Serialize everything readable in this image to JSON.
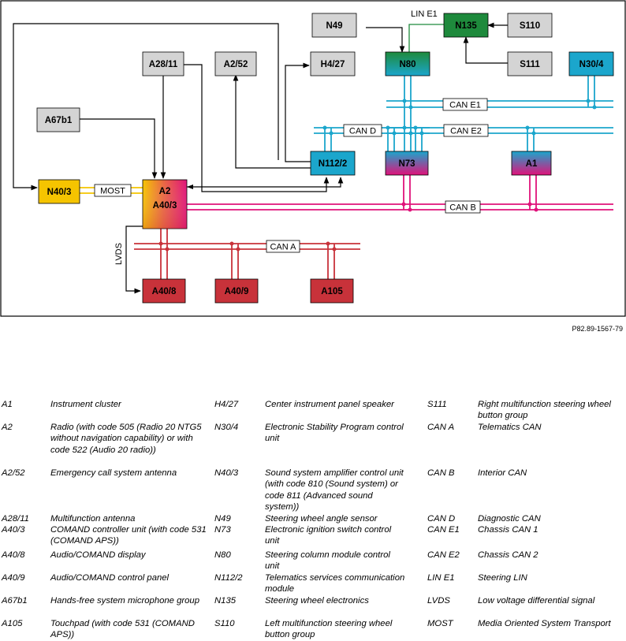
{
  "figure_ref": "P82.89-1567-79",
  "boxes": [
    {
      "id": "n49",
      "label": "N49",
      "style": "grey"
    },
    {
      "id": "n135",
      "label": "N135",
      "style": "green"
    },
    {
      "id": "s110",
      "label": "S110",
      "style": "grey"
    },
    {
      "id": "s111",
      "label": "S111",
      "style": "grey"
    },
    {
      "id": "a2811",
      "label": "A28/11",
      "style": "grey"
    },
    {
      "id": "a252",
      "label": "A2/52",
      "style": "grey"
    },
    {
      "id": "h427",
      "label": "H4/27",
      "style": "grey"
    },
    {
      "id": "n80",
      "label": "N80",
      "style": "green-cyan"
    },
    {
      "id": "n304",
      "label": "N30/4",
      "style": "cyan"
    },
    {
      "id": "a67b1",
      "label": "A67b1",
      "style": "grey"
    },
    {
      "id": "n1122",
      "label": "N112/2",
      "style": "cyan"
    },
    {
      "id": "n73",
      "label": "N73",
      "style": "cyan-magenta"
    },
    {
      "id": "a1",
      "label": "A1",
      "style": "cyan-magenta"
    },
    {
      "id": "n403",
      "label": "N40/3",
      "style": "yellow"
    },
    {
      "id": "a403",
      "label": "A2",
      "label2": "A40/3",
      "style": "gradient"
    },
    {
      "id": "a408",
      "label": "A40/8",
      "style": "red"
    },
    {
      "id": "a409",
      "label": "A40/9",
      "style": "red"
    },
    {
      "id": "a105",
      "label": "A105",
      "style": "red"
    }
  ],
  "bus_labels": {
    "lin_e1": "LIN E1",
    "can_e1": "CAN E1",
    "can_d": "CAN D",
    "can_e2": "CAN E2",
    "can_b": "CAN B",
    "can_a": "CAN A",
    "most": "MOST",
    "lvds": "LVDS"
  },
  "colors": {
    "grey": "#d4d4d4",
    "cyan": "#1ba6cc",
    "magenta": "#e0127a",
    "green": "#1e8a3c",
    "yellow": "#f5c400",
    "red": "#c8323a"
  },
  "legend": {
    "columns": [
      [
        {
          "code": "A1",
          "desc": "Instrument cluster"
        },
        {
          "code": "A2",
          "desc": "Radio (with code 505 (Radio 20 NTG5 without navigation capability) or with code 522 (Audio 20 radio))"
        },
        {
          "code": "A2/52",
          "desc": "Emergency call system antenna"
        },
        {
          "code": "A28/11",
          "desc": "Multifunction antenna"
        },
        {
          "code": "A40/3",
          "desc": "COMAND controller unit (with code 531 (COMAND APS))"
        },
        {
          "code": "A40/8",
          "desc": "Audio/COMAND display"
        },
        {
          "code": "A40/9",
          "desc": "Audio/COMAND control panel"
        },
        {
          "code": "A67b1",
          "desc": "Hands-free system microphone group"
        },
        {
          "code": "A105",
          "desc": "Touchpad (with code 531 (COMAND APS))"
        }
      ],
      [
        {
          "code": "H4/27",
          "desc": "Center instrument panel speaker"
        },
        {
          "code": "N30/4",
          "desc": "Electronic Stability Program control unit"
        },
        {
          "code": "N40/3",
          "desc": "Sound system amplifier control unit (with code 810 (Sound system) or code 811 (Advanced sound system))"
        },
        {
          "code": "N49",
          "desc": "Steering wheel angle sensor"
        },
        {
          "code": "N73",
          "desc": "Electronic ignition switch control unit"
        },
        {
          "code": "N80",
          "desc": "Steering column module control unit"
        },
        {
          "code": "N112/2",
          "desc": "Telematics services communication module"
        },
        {
          "code": "N135",
          "desc": "Steering wheel electronics"
        },
        {
          "code": "S110",
          "desc": "Left multifunction steering wheel button group"
        }
      ],
      [
        {
          "code": "S111",
          "desc": "Right multifunction steering wheel button group"
        },
        {
          "code": "CAN A",
          "desc": "Telematics CAN"
        },
        {
          "code": "CAN B",
          "desc": "Interior CAN"
        },
        {
          "code": "CAN D",
          "desc": "Diagnostic CAN"
        },
        {
          "code": "CAN E1",
          "desc": "Chassis CAN 1"
        },
        {
          "code": "CAN E2",
          "desc": "Chassis CAN 2"
        },
        {
          "code": "LIN E1",
          "desc": "Steering LIN"
        },
        {
          "code": "LVDS",
          "desc": "Low voltage differential signal"
        },
        {
          "code": "MOST",
          "desc": "Media Oriented System Transport"
        }
      ]
    ]
  }
}
